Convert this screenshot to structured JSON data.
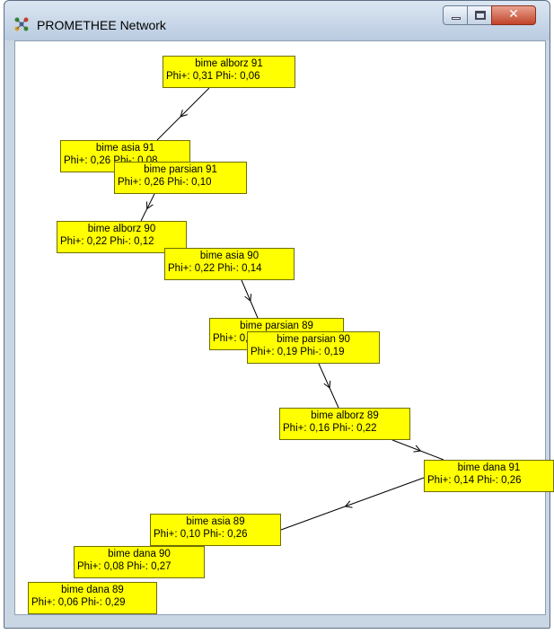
{
  "window": {
    "title": "PROMETHEE Network",
    "icon": "promethee-app-icon",
    "controls": {
      "minimize": "minimize-icon",
      "maximize": "maximize-icon",
      "close": "✕"
    }
  },
  "colors": {
    "node_fill": "#ffff00",
    "node_border": "#6e6e00",
    "edge": "#000000",
    "canvas": "#ffffff"
  },
  "nodes": [
    {
      "id": "alborz91",
      "name": "bime alborz 91",
      "scores": "Phi+: 0,31  Phi-: 0,06"
    },
    {
      "id": "asia91",
      "name": "bime asia 91",
      "scores": "Phi+: 0,26  Phi-: 0,08"
    },
    {
      "id": "parsian91",
      "name": "bime parsian 91",
      "scores": "Phi+: 0,26  Phi-: 0,10"
    },
    {
      "id": "alborz90",
      "name": "bime alborz 90",
      "scores": "Phi+: 0,22  Phi-: 0,12"
    },
    {
      "id": "asia90",
      "name": "bime asia 90",
      "scores": "Phi+: 0,22  Phi-: 0,14"
    },
    {
      "id": "parsian89",
      "name": "bime parsian 89",
      "scores": "Phi+: 0,20  Phi-: 0,18"
    },
    {
      "id": "parsian90",
      "name": "bime parsian 90",
      "scores": "Phi+: 0,19  Phi-: 0,19"
    },
    {
      "id": "alborz89",
      "name": "bime alborz 89",
      "scores": "Phi+: 0,16  Phi-: 0,22"
    },
    {
      "id": "dana91",
      "name": "bime dana 91",
      "scores": "Phi+: 0,14  Phi-: 0,26"
    },
    {
      "id": "asia89",
      "name": "bime asia 89",
      "scores": "Phi+: 0,10  Phi-: 0,26"
    },
    {
      "id": "dana90",
      "name": "bime dana 90",
      "scores": "Phi+: 0,08  Phi-: 0,27"
    },
    {
      "id": "dana89",
      "name": "bime dana 89",
      "scores": "Phi+: 0,06  Phi-: 0,29"
    }
  ],
  "edges": [
    {
      "from": "alborz91",
      "to": "asia91"
    },
    {
      "from": "parsian91",
      "to": "alborz90"
    },
    {
      "from": "asia90",
      "to": "parsian89"
    },
    {
      "from": "parsian90",
      "to": "alborz89"
    },
    {
      "from": "alborz89",
      "to": "dana91"
    },
    {
      "from": "dana91",
      "to": "asia89"
    }
  ]
}
